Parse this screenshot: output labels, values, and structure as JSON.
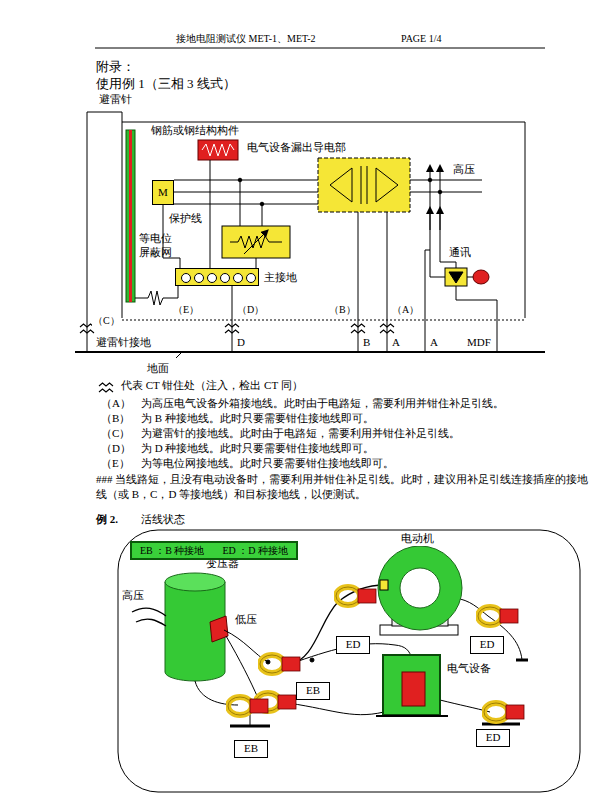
{
  "diagram": {
    "nodes": [
      {
        "text": [
          "M"
        ]
      },
      {
        "text": [
          "主接地"
        ]
      },
      {
        "text": [
          "EB ：B 种接地",
          "ED ：D 种接地"
        ]
      },
      {
        "text": [
          "ED"
        ]
      },
      {
        "text": [
          "ED"
        ]
      },
      {
        "text": [
          "EB"
        ]
      },
      {
        "text": [
          "ED"
        ]
      },
      {
        "text": [
          "EB"
        ]
      }
    ],
    "edges": [
      {
        "from": 0,
        "to": 1,
        "arrow": "none"
      }
    ],
    "labels": [
      "接地电阻测试仪 MET-1、MET-2",
      "PAGE 1/4",
      "附录：",
      "使用例 1（三相 3 线式）",
      "避雷针",
      "钢筋或钢结构构件",
      "电气设备漏出导电部",
      "高压",
      "保护线",
      "等电位 屏蔽网",
      "通讯",
      "（E）",
      "（D）",
      "（B）",
      "（A）",
      "（C）",
      "避雷针接地",
      "D",
      "B",
      "A",
      "A",
      "MDF",
      "地面",
      "（A）",
      "为高压电气设备外箱接地线。此时由于电路短，需要利用并钳住补足引线。",
      "（B）",
      "为 B 种接地线。此时只要需要钳住接地线即可。",
      "（C）",
      "为避雷针的接地线。此时由于电路短，需要利用并钳住补足引线。",
      "（D）",
      "为 D 种接地线。此时只要需要钳住接地线即可。",
      "（E）",
      "为等电位网接地线。此时只要需要钳住接地线即可。",
      "### 当线路短，且没有电动设备时，需要利用并钳住补足引线。此时，建议用补足引线连接插座的接地线（或 B，C，D 等接地线）和目标接地线，以便测试。",
      "例 2.",
      "活线状态",
      "变压器",
      "高压",
      "低压",
      "电动机",
      "电气设备"
    ],
    "legend": [
      {
        "text": "代表 CT 钳住处（注入，检出 CT 同）"
      }
    ]
  }
}
